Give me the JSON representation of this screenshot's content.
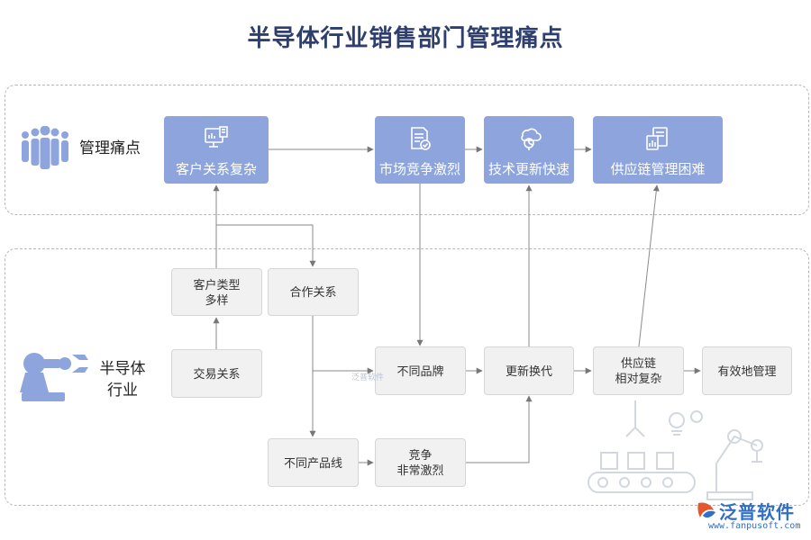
{
  "title": "半导体行业销售部门管理痛点",
  "sections": {
    "management": {
      "label": "管理痛点"
    },
    "industry": {
      "label_line1": "半导体",
      "label_line2": "行业"
    }
  },
  "pain_points": [
    {
      "label": "客户关系复杂",
      "icon": "report-screen-icon"
    },
    {
      "label": "市场竞争激烈",
      "icon": "document-check-icon"
    },
    {
      "label": "技术更新快速",
      "icon": "cloud-chart-icon"
    },
    {
      "label": "供应链管理困难",
      "icon": "chart-documents-icon"
    }
  ],
  "nodes": {
    "customer_types": "客户类型\n多样",
    "cooperation": "合作关系",
    "trade": "交易关系",
    "brands": "不同品牌",
    "update": "更新换代",
    "supply_chain": "供应链\n相对复杂",
    "effective_mgmt": "有效地管理",
    "product_lines": "不同产品线",
    "competition": "竞争\n非常激烈"
  },
  "watermark": {
    "brand": "泛普软件",
    "url": "www.fanpusoft.com",
    "small_tag": "泛普软件"
  },
  "colors": {
    "blue_box": "#8ea4dc",
    "title": "#2e3f6e",
    "arrow": "#777777",
    "gray_box": "#f1f1f1"
  }
}
